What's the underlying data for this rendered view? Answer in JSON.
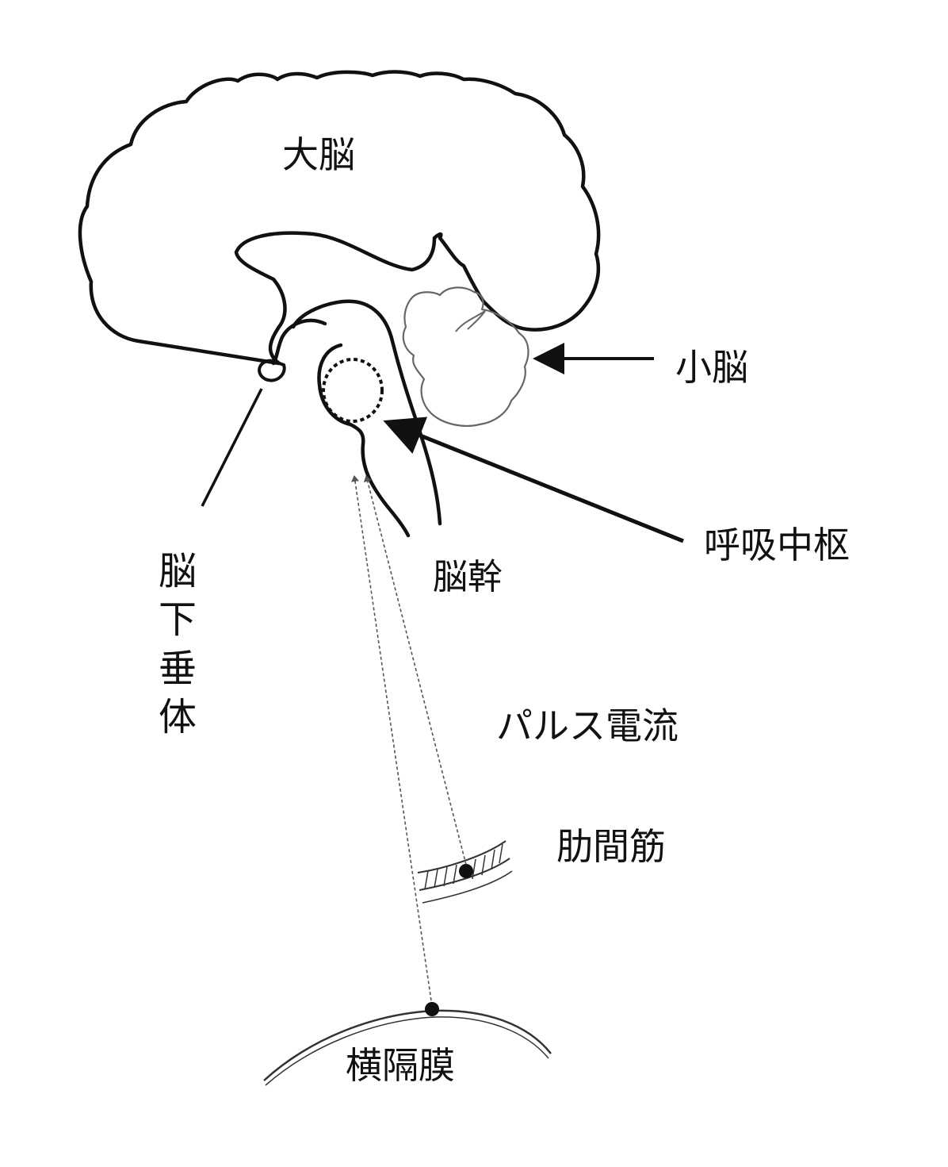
{
  "labels": {
    "cerebrum": "大脳",
    "cerebellum": "小脳",
    "respiratory_center": "呼吸中枢",
    "brainstem": "脳幹",
    "pituitary": "脳下垂体",
    "pulse_current": "パルス電流",
    "intercostal_muscle": "肋間筋",
    "diaphragm": "横隔膜"
  },
  "colors": {
    "line": "#111111",
    "faint_line": "#777777",
    "background": "#ffffff"
  }
}
